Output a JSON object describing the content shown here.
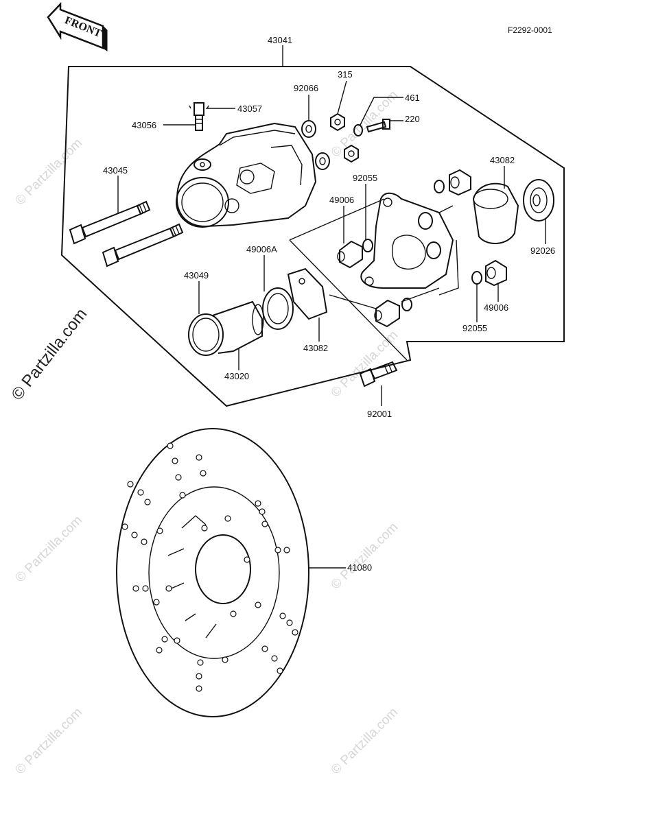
{
  "figure_code": "F2292-0001",
  "front_badge": "FRONT",
  "watermark": "© Partzilla.com",
  "side_watermark": "© Partzilla.com",
  "parts": {
    "p43041": "43041",
    "p92066": "92066",
    "p315": "315",
    "p461": "461",
    "p220": "220",
    "p43057": "43057",
    "p43056": "43056",
    "p43045": "43045",
    "p92055a": "92055",
    "p49006a": "49006",
    "p43082a": "43082",
    "p92026": "92026",
    "p49006A": "49006A",
    "p43049": "43049",
    "p43020": "43020",
    "p43082b": "43082",
    "p49006b": "49006",
    "p92055b": "92055",
    "p92001": "92001",
    "p41080": "41080"
  }
}
